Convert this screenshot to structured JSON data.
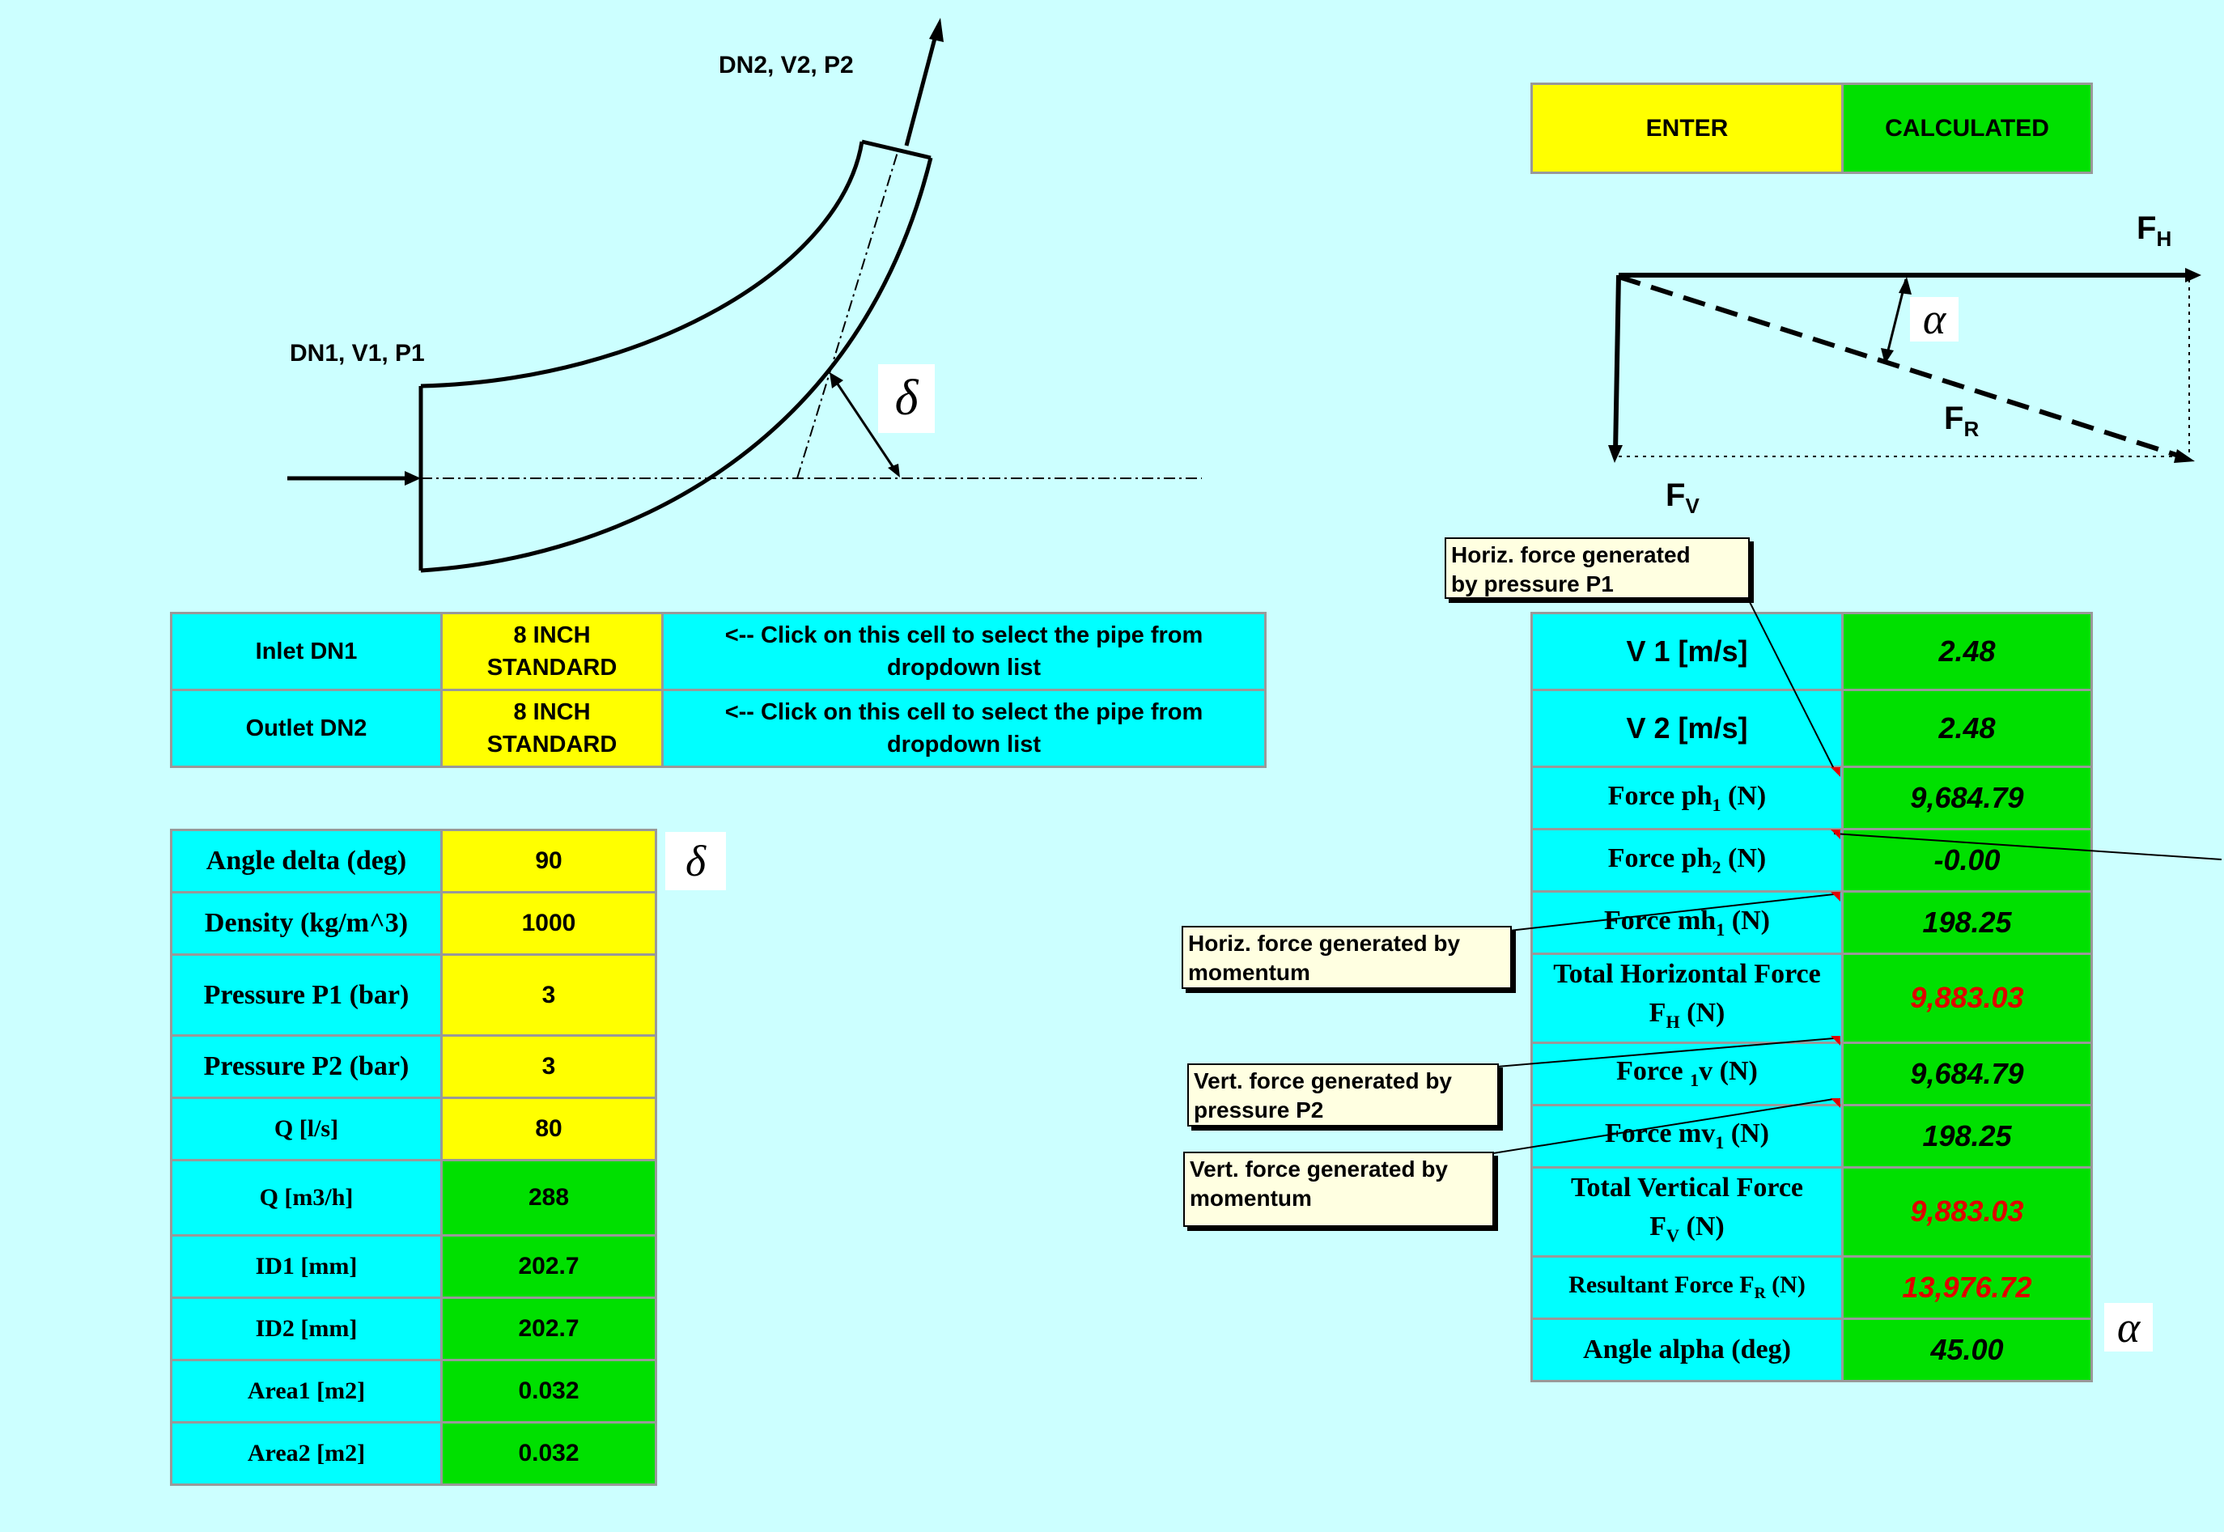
{
  "diagram": {
    "outlet_label": "DN2, V2, P2",
    "inlet_label": "DN1, V1, P1",
    "delta_symbol": "δ",
    "alpha_symbol": "α"
  },
  "legend": {
    "enter": "ENTER",
    "calculated": "CALCULATED"
  },
  "vector": {
    "fh": "F",
    "fh_sub": "H",
    "fr": "F",
    "fr_sub": "R",
    "fv": "F",
    "fv_sub": "V"
  },
  "pipe_table": {
    "rows": [
      {
        "label": "Inlet DN1",
        "value1": "8 INCH",
        "value2": "STANDARD",
        "hint1": "<-- Click on this cell to select the pipe from",
        "hint2": "dropdown list"
      },
      {
        "label": "Outlet DN2",
        "value1": "8 INCH",
        "value2": "STANDARD",
        "hint1": "<-- Click on this cell to select the pipe from",
        "hint2": "dropdown list"
      }
    ]
  },
  "input_table": {
    "angle_label": "Angle delta (deg)",
    "angle_value": "90",
    "density_label": "Density (kg/m^3)",
    "density_value": "1000",
    "p1_label": "Pressure P1 (bar)",
    "p1_value": "3",
    "p2_label": "Pressure P2 (bar)",
    "p2_value": "3",
    "q_label": "Q [l/s]",
    "q_value": "80",
    "qh_label": "Q [m3/h]",
    "qh_value": "288",
    "id1_label": "ID1 [mm]",
    "id1_value": "202.7",
    "id2_label": "ID2 [mm]",
    "id2_value": "202.7",
    "area1_label": "Area1 [m2]",
    "area1_value": "0.032",
    "area2_label": "Area2 [m2]",
    "area2_value": "0.032"
  },
  "results_table": {
    "v1_label": "V 1 [m/s]",
    "v1_value": "2.48",
    "v2_label": "V 2 [m/s]",
    "v2_value": "2.48",
    "ph1_label": "Force ph",
    "ph1_sub": "1",
    "ph1_unit": " (N)",
    "ph1_value": "9,684.79",
    "ph2_label": "Force ph",
    "ph2_sub": "2",
    "ph2_unit": " (N)",
    "ph2_value": "-0.00",
    "mh1_label": "Force mh",
    "mh1_sub": "1",
    "mh1_unit": " (N)",
    "mh1_value": "198.25",
    "fh_label1": "Total Horizontal Force",
    "fh_label2": "F",
    "fh_sub": "H",
    "fh_unit": " (N)",
    "fh_value": "9,883.03",
    "f1v_label": "Force ",
    "f1v_sub": "1",
    "f1v_unit": "v (N)",
    "f1v_value": "9,684.79",
    "mv1_label": "Force mv",
    "mv1_sub": "1",
    "mv1_unit": " (N)",
    "mv1_value": "198.25",
    "fv_label1": "Total Vertical Force",
    "fv_label2": "F",
    "fv_sub": "V",
    "fv_unit": " (N)",
    "fv_value": "9,883.03",
    "fr_label": "Resultant Force F",
    "fr_sub": "R",
    "fr_unit": " (N)",
    "fr_value": "13,976.72",
    "alpha_label": "Angle alpha (deg)",
    "alpha_value": "45.00"
  },
  "comments": {
    "horiz_pressure": [
      "Horiz. force generated",
      "by pressure P1"
    ],
    "horiz_momentum": [
      "Horiz. force generated by",
      "momentum"
    ],
    "vert_pressure": [
      "Vert. force generated by",
      "pressure P2"
    ],
    "vert_momentum": [
      "Vert. force generated by",
      "momentum"
    ]
  }
}
